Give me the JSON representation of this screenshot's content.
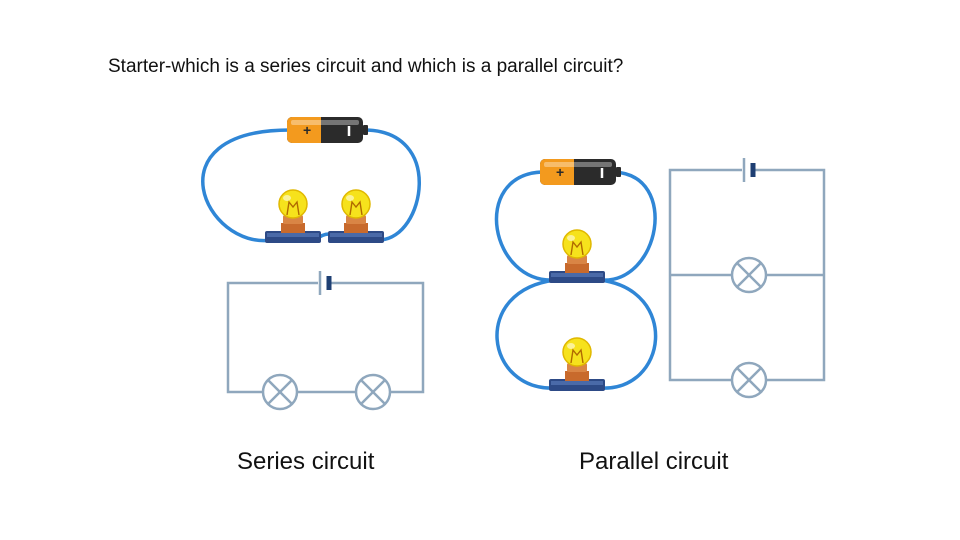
{
  "slide": {
    "title": "Starter-which is a series circuit and which is a parallel circuit?"
  },
  "captions": {
    "series": "Series circuit",
    "parallel": "Parallel circuit"
  },
  "battery_label": "+",
  "colors": {
    "wire": "#2f86d6",
    "schematic": "#8fa7bd",
    "battery_body": "#f39a1e",
    "battery_cap": "#2b2b2b",
    "bulb_glass": "#f6e21c",
    "bulb_base": "#c86a2c",
    "holder": "#2d4a86"
  }
}
